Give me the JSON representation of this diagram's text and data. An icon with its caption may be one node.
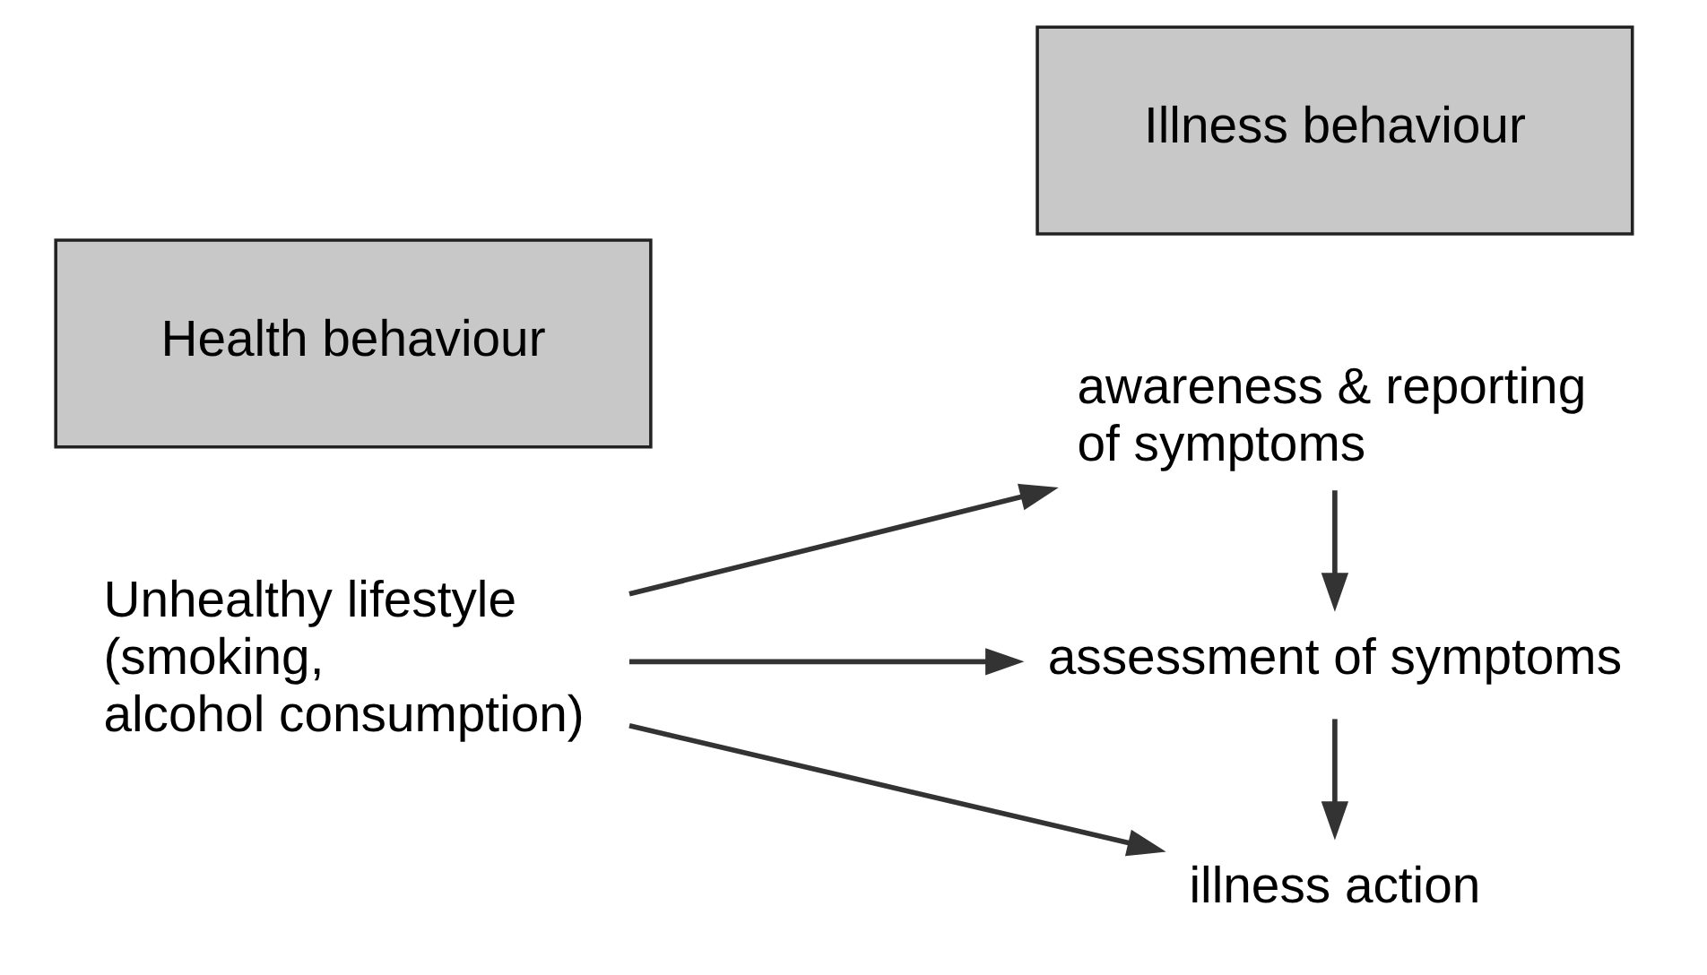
{
  "diagram": {
    "nodes": [
      {
        "text": [
          "Health behaviour"
        ]
      },
      {
        "text": [
          "Illness behaviour"
        ]
      },
      {
        "text": [
          "Unhealthy lifestyle (smoking, alcohol consumption)"
        ]
      },
      {
        "text": [
          "awareness & reporting of symptoms"
        ]
      },
      {
        "text": [
          "assessment of symptoms"
        ]
      },
      {
        "text": [
          "illness action"
        ]
      }
    ],
    "edges": [
      {
        "from": 2,
        "to": 3,
        "arrow": "to"
      },
      {
        "from": 2,
        "to": 4,
        "arrow": "to"
      },
      {
        "from": 2,
        "to": 5,
        "arrow": "to"
      },
      {
        "from": 3,
        "to": 4,
        "arrow": "to"
      },
      {
        "from": 4,
        "to": 5,
        "arrow": "to"
      }
    ]
  }
}
